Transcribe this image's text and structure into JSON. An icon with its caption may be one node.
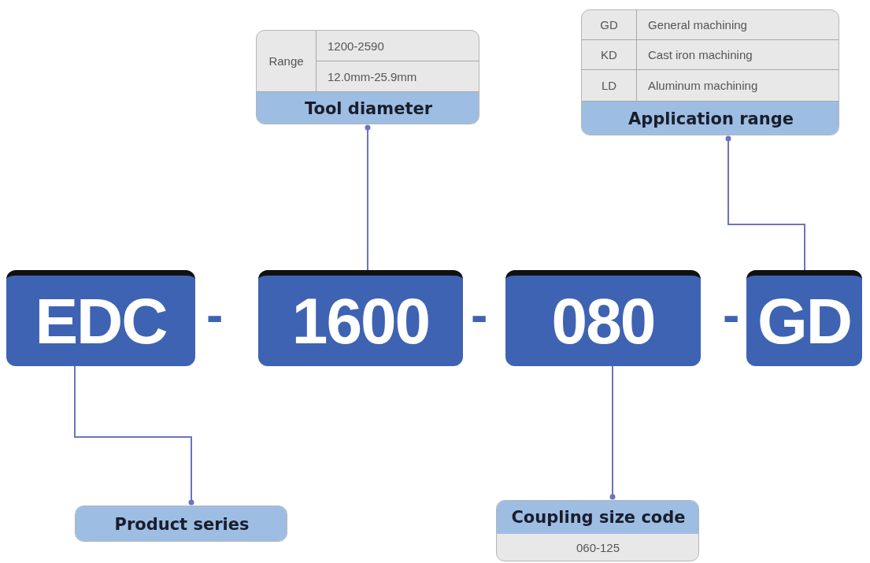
{
  "diagram": {
    "nodes": [
      {
        "text": [
          "EDC"
        ]
      },
      {
        "text": [
          "1600"
        ]
      },
      {
        "text": [
          "080"
        ]
      },
      {
        "text": [
          "GD"
        ]
      },
      {
        "text": [
          "Range",
          "1200-2590",
          "12.0mm-25.9mm",
          "Tool diameter"
        ]
      },
      {
        "text": [
          "GD",
          "General machining",
          "KD",
          "Cast iron machining",
          "LD",
          "Aluminum machining",
          "Application range"
        ]
      },
      {
        "text": [
          "Product series"
        ]
      },
      {
        "text": [
          "Coupling size code",
          "060-125"
        ]
      }
    ],
    "edges": [
      {
        "from": 1,
        "to": 4,
        "arrow": "other"
      },
      {
        "from": 3,
        "to": 5,
        "arrow": "other"
      },
      {
        "from": 0,
        "to": 6,
        "arrow": "other"
      },
      {
        "from": 2,
        "to": 7,
        "arrow": "other"
      }
    ],
    "labels": [
      "-",
      "-",
      "-"
    ]
  }
}
